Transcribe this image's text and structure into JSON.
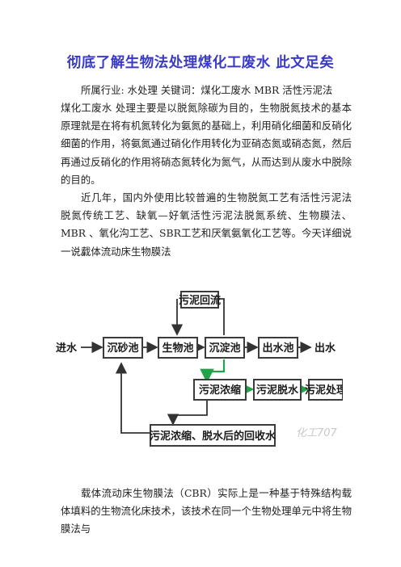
{
  "doc": {
    "title": "彻底了解生物法处理煤化工废水 此文足矣",
    "meta_line": "所属行业: 水处理 关键词：煤化工废水 MBR 活性污泥法",
    "para1": "煤化工废水 处理主要是以脱氮除碳为目的，生物脱氮技术的基本原理就是在将有机氮转化为氨氮的基础上，利用硝化细菌和反硝化细菌的作用，将氨氮通过硝化作用转化为亚硝态氮或硝态氮，然后再通过反硝化的作用将硝态氮转化为氮气，从而达到从废水中脱除的目的。",
    "para2": "近几年，国内外使用比较普遍的生物脱氮工艺有活性污泥法 脱氮传统工艺、缺氧—好氧活性污泥法脱氮系统、生物膜法、MBR 、氧化沟工艺、SBR工艺和厌氧氨氧化工艺等。今天详细说一说。",
    "section1": "载体流动床生物膜法",
    "para3": "载体流动床生物膜法（CBR）实际上是一种基于特殊结构载体填料的生物流化床技术，该技术在同一个生物处理单元中将生物膜法与"
  },
  "diagram": {
    "inlet": "进水",
    "outlet": "出水",
    "grit_tank": "沉砂池",
    "bio_tank": "生物池",
    "settling_tank": "沉淀池",
    "effluent_tank": "出水池",
    "sludge_return": "污泥回流",
    "sludge_thickening": "污泥浓缩",
    "sludge_dewatering": "污泥脱水",
    "sludge_disposal": "污泥处理",
    "recycle_water": "污泥浓缩、脱水后的回收水",
    "watermark": "化工707"
  }
}
